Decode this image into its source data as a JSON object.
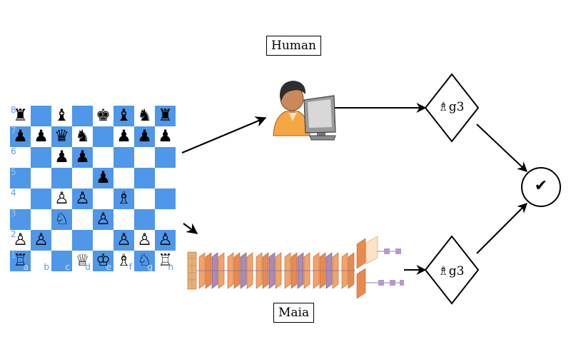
{
  "labels": {
    "human": "Human",
    "maia": "Maia"
  },
  "moves": {
    "top": "♗g3",
    "bottom": "♗g3"
  },
  "result_symbol": "✔",
  "board": {
    "ranks": [
      "8",
      "7",
      "6",
      "5",
      "4",
      "3",
      "2",
      "1"
    ],
    "files": [
      "a",
      "b",
      "c",
      "d",
      "e",
      "f",
      "g",
      "h"
    ],
    "rows": [
      [
        "♜",
        "",
        "♝",
        "",
        "♚",
        "♝",
        "♞",
        "♜"
      ],
      [
        "♟",
        "♟",
        "♛",
        "♞",
        "",
        "♟",
        "♟",
        "♟"
      ],
      [
        "",
        "",
        "♟",
        "♟",
        "",
        "",
        "",
        ""
      ],
      [
        "",
        "",
        "",
        "",
        "♟",
        "",
        "",
        ""
      ],
      [
        "",
        "",
        "♙",
        "♙",
        "",
        "♗",
        "",
        ""
      ],
      [
        "",
        "",
        "♘",
        "",
        "♙",
        "",
        "",
        ""
      ],
      [
        "♙",
        "♙",
        "",
        "",
        "",
        "♙",
        "♙",
        "♙"
      ],
      [
        "♖",
        "",
        "",
        "♕",
        "♔",
        "♗",
        "♘",
        "♖"
      ]
    ]
  },
  "colors": {
    "dark_square": "#4f97e9",
    "light_square": "#ffffff",
    "arrow": "#000000"
  },
  "icons": {
    "human": "person-at-computer-icon",
    "maia": "neural-network-diagram-icon",
    "result": "checkmark-icon"
  }
}
